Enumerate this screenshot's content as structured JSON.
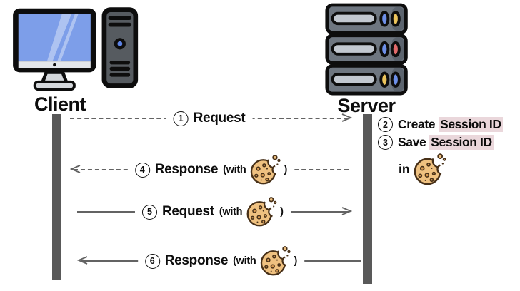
{
  "diagram_type": "client-server cookie session sequence diagram",
  "client": {
    "label": "Client"
  },
  "server": {
    "label": "Server"
  },
  "messages": [
    {
      "num": "1",
      "label": "Request",
      "with_label": "",
      "close_label": "",
      "line_style": "dashed",
      "direction": "right",
      "has_cookie": false
    },
    {
      "num": "4",
      "label": "Response",
      "with_label": "(with",
      "close_label": ")",
      "line_style": "dashed",
      "direction": "left",
      "has_cookie": true
    },
    {
      "num": "5",
      "label": "Request",
      "with_label": "(with",
      "close_label": ")",
      "line_style": "solid",
      "direction": "right",
      "has_cookie": true
    },
    {
      "num": "6",
      "label": "Response",
      "with_label": "(with",
      "close_label": ")",
      "line_style": "solid",
      "direction": "left",
      "has_cookie": true
    }
  ],
  "server_notes": [
    {
      "num": "2",
      "prefix": "Create",
      "highlight": "Session ID"
    },
    {
      "num": "3",
      "prefix": "Save",
      "highlight": "Session ID"
    }
  ],
  "cookie_note": {
    "prefix": "in",
    "icon": "cookie-icon"
  },
  "colors": {
    "lifeline": "#595959",
    "arrow": "#636363",
    "highlight_bg": "#ead7db",
    "cookie_tan": "#efc180",
    "cookie_outline": "#473018",
    "monitor_screen_blue": "#7d9ee9",
    "led_blue": "#6d8fe8",
    "led_yellow": "#ecc45c",
    "led_red": "#e26a6a",
    "text": "#0d0d0d"
  }
}
